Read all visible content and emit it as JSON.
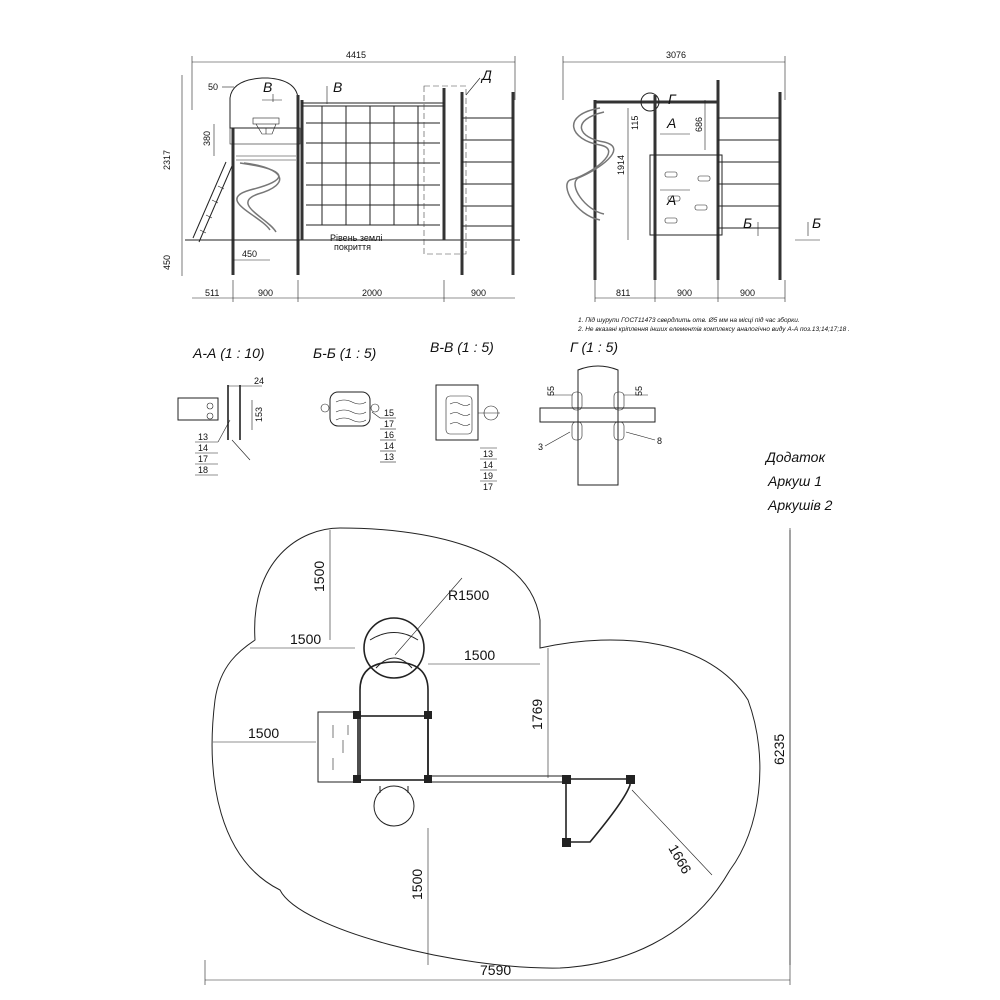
{
  "front_view": {
    "overall_width": "4415",
    "overall_height": "2317",
    "below_ground": "450",
    "dim_50": "50",
    "dim_380": "380",
    "dim_450_inner": "450",
    "bottom_dims": [
      "511",
      "900",
      "2000",
      "900"
    ],
    "ground_label_line1": "Рівень землі",
    "ground_label_line2": "покриття",
    "marker_v1": "В",
    "marker_v2": "В",
    "marker_d": "Д"
  },
  "side_view": {
    "overall_width": "3076",
    "dim_115": "115",
    "dim_686": "686",
    "dim_1914": "1914",
    "bottom_dims": [
      "811",
      "900",
      "900"
    ],
    "marker_g": "Г",
    "marker_a1": "А",
    "marker_a2": "А",
    "marker_b1": "Б",
    "marker_b2": "Б"
  },
  "notes": [
    "1. Під шурупи ГОСТ11473 свердлить отв. Ø5 мм на місці  під час зборки.",
    "2. Не вказані кріплення інших елементів комплексу аналогічно виду А-А  поз.13;14;17;18 ."
  ],
  "sections": {
    "aa": {
      "title": "А-А (1 : 10)",
      "dims": [
        "24",
        "153"
      ],
      "parts": [
        "13",
        "14",
        "17",
        "18"
      ]
    },
    "bb": {
      "title": "Б-Б (1 : 5)",
      "parts": [
        "15",
        "17",
        "16",
        "14",
        "13"
      ]
    },
    "vv": {
      "title": "В-В (1 : 5)",
      "parts": [
        "13",
        "14",
        "19",
        "17"
      ]
    },
    "g": {
      "title": "Г (1 : 5)",
      "dims": [
        "55",
        "55"
      ],
      "parts": [
        "3",
        "8"
      ]
    }
  },
  "appendix": {
    "line1": "Додаток",
    "line2": "Аркуш 1",
    "line3": "Аркушів 2"
  },
  "plan": {
    "dim_top_1500": "1500",
    "radius": "R1500",
    "dim_left_top_1500": "1500",
    "dim_right_top_1500": "1500",
    "dim_left_1500": "1500",
    "dim_1769": "1769",
    "dim_bottom_1500": "1500",
    "dim_1666": "1666",
    "overall_width": "7590",
    "overall_height": "6235"
  }
}
